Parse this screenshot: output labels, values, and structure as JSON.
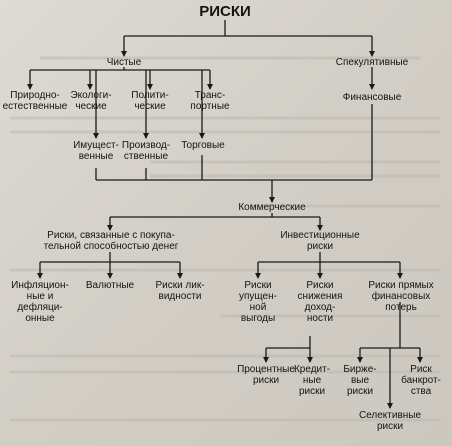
{
  "diagram": {
    "title": "РИСКИ",
    "level1": {
      "pure": "Чистые",
      "speculative": "Спекулятивные"
    },
    "pure_types": {
      "natural": "Природно-\nестественные",
      "ecological": "Экологи-\nческие",
      "political": "Полити-\nческие",
      "transport": "Транс-\nпортные"
    },
    "property_group": {
      "property": "Имущест-\nвенные",
      "production": "Производ-\nственные",
      "trade": "Торговые"
    },
    "financial": "Финансовые",
    "commercial": "Коммерческие",
    "purchasing_power": "Риски, связанные с покупа-\nтельной способностью денег",
    "investment": "Инвестиционные\nриски",
    "purchasing_power_types": {
      "inflation": "Инфляцион-\nные и\nдефляци-\nонные",
      "currency": "Валютные",
      "liquidity": "Риски лик-\nвидности"
    },
    "investment_types": {
      "lost_profit": "Риски\nупущен-\nной\nвыгоды",
      "income_decrease": "Риски\nснижения\nдоход-\nности",
      "direct_losses": "Риски прямых\nфинансовых\nпотерь"
    },
    "income_decrease_types": {
      "interest": "Процентные\nриски",
      "credit": "Кредит-\nные\nриски"
    },
    "direct_losses_types": {
      "exchange": "Бирже-\nвые\nриски",
      "bankruptcy": "Риск\nбанкрот-\nства",
      "selective": "Селективные\nриски"
    }
  }
}
